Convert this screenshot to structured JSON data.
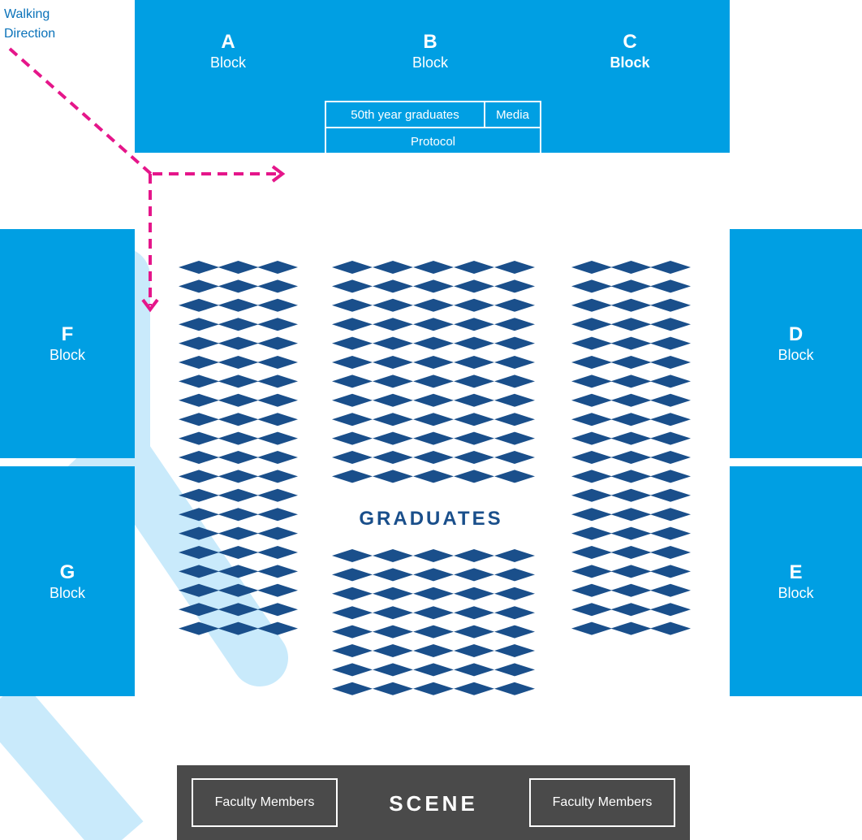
{
  "walking_direction": {
    "line1": "Walking",
    "line2": "Direction"
  },
  "top_blocks": [
    {
      "letter": "A",
      "word": "Block"
    },
    {
      "letter": "B",
      "word": "Block"
    },
    {
      "letter": "C",
      "word": "Block"
    }
  ],
  "reserved": {
    "graduates_50th": "50th year graduates",
    "media": "Media",
    "protocol": "Protocol"
  },
  "side_blocks": {
    "F": {
      "letter": "F",
      "word": "Block"
    },
    "G": {
      "letter": "G",
      "word": "Block"
    },
    "D": {
      "letter": "D",
      "word": "Block"
    },
    "E": {
      "letter": "E",
      "word": "Block"
    }
  },
  "graduates_label": "GRADUATES",
  "stage": {
    "scene": "SCENE",
    "faculty_left": "Faculty Members",
    "faculty_right": "Faculty Members"
  },
  "colors": {
    "block": "#009fe3",
    "seat": "#1a4f8b",
    "arrow": "#e5168a",
    "stage": "#4a4a4a",
    "path": "#c9eafb"
  },
  "seat_groups": [
    {
      "name": "left",
      "cols": 3,
      "rows": 20
    },
    {
      "name": "center-upper",
      "cols": 5,
      "rows": 12
    },
    {
      "name": "center-lower",
      "cols": 5,
      "rows": 8
    },
    {
      "name": "right",
      "cols": 3,
      "rows": 20
    }
  ]
}
